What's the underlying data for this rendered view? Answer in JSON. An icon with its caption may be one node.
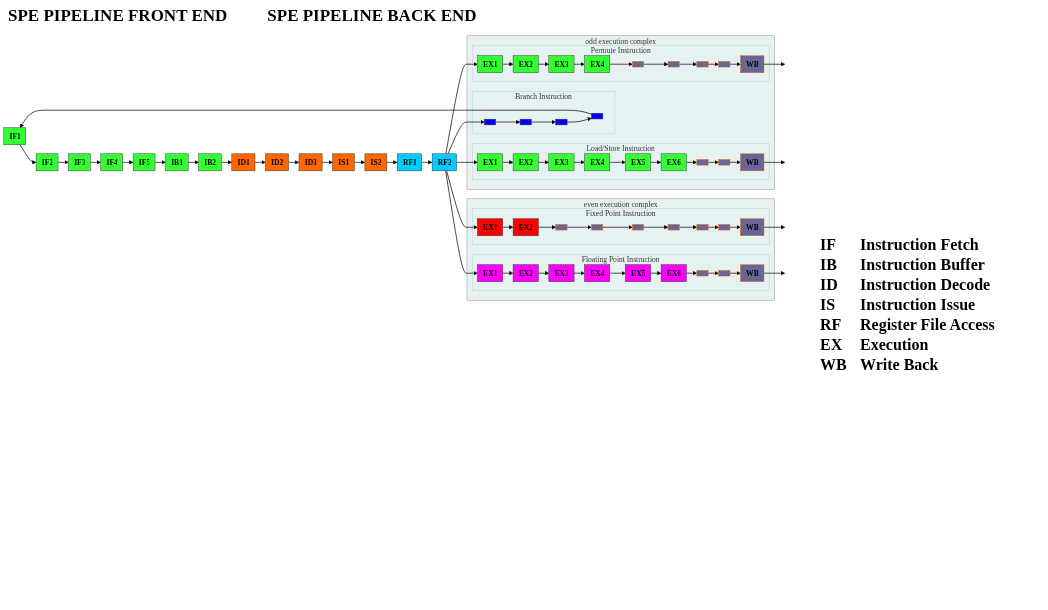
{
  "diagram": {
    "nodes": [
      {
        "text": [
          "IF1"
        ]
      },
      {
        "text": [
          "IF2"
        ]
      },
      {
        "text": [
          "IF3"
        ]
      },
      {
        "text": [
          "IF4"
        ]
      },
      {
        "text": [
          "IF5"
        ]
      },
      {
        "text": [
          "IB1"
        ]
      },
      {
        "text": [
          "IB2"
        ]
      },
      {
        "text": [
          "ID1"
        ]
      },
      {
        "text": [
          "ID2"
        ]
      },
      {
        "text": [
          "ID3"
        ]
      },
      {
        "text": [
          "IS1"
        ]
      },
      {
        "text": [
          "IS2"
        ]
      },
      {
        "text": [
          "RF1"
        ]
      },
      {
        "text": [
          "RF2"
        ]
      },
      {
        "text": [
          "odd execution complex"
        ]
      },
      {
        "text": [
          "Branch Instruction"
        ],
        "in": 14
      },
      {
        "text": [],
        "shape": "box",
        "in": 15
      },
      {
        "text": [],
        "shape": "box",
        "in": 15
      },
      {
        "text": [],
        "shape": "box",
        "in": 15
      },
      {
        "text": [],
        "shape": "box",
        "in": 15
      },
      {
        "text": [
          "Permute Instruction"
        ],
        "in": 14
      },
      {
        "text": [
          "EX1"
        ],
        "in": 20
      },
      {
        "text": [
          "EX2"
        ],
        "in": 20
      },
      {
        "text": [
          "EX3"
        ],
        "in": 20
      },
      {
        "text": [
          "EX4"
        ],
        "in": 20
      },
      {
        "text": [],
        "shape": "box",
        "in": 20
      },
      {
        "text": [],
        "shape": "box",
        "in": 20
      },
      {
        "text": [],
        "shape": "box",
        "in": 20
      },
      {
        "text": [],
        "shape": "box",
        "in": 20
      },
      {
        "text": [
          "WB"
        ],
        "in": 20
      },
      {
        "text": [
          "Load/Store Instruction"
        ],
        "in": 14
      },
      {
        "text": [
          "EX1"
        ],
        "in": 30
      },
      {
        "text": [
          "EX2"
        ],
        "in": 30
      },
      {
        "text": [
          "EX3"
        ],
        "in": 30
      },
      {
        "text": [
          "EX4"
        ],
        "in": 30
      },
      {
        "text": [
          "EX5"
        ],
        "in": 30
      },
      {
        "text": [
          "EX6"
        ],
        "in": 30
      },
      {
        "text": [],
        "shape": "box",
        "in": 30
      },
      {
        "text": [],
        "shape": "box",
        "in": 30
      },
      {
        "text": [
          "WB"
        ],
        "in": 30
      },
      {
        "text": [
          "even execution complex"
        ]
      },
      {
        "text": [
          "Fixed Point Instruction"
        ],
        "in": 40
      },
      {
        "text": [
          "EX1"
        ],
        "in": 41
      },
      {
        "text": [
          "EX2"
        ],
        "in": 41
      },
      {
        "text": [],
        "shape": "box",
        "in": 41
      },
      {
        "text": [],
        "shape": "box",
        "in": 41
      },
      {
        "text": [],
        "shape": "box",
        "in": 41
      },
      {
        "text": [],
        "shape": "box",
        "in": 41
      },
      {
        "text": [],
        "shape": "box",
        "in": 41
      },
      {
        "text": [],
        "shape": "box",
        "in": 41
      },
      {
        "text": [
          "WB"
        ],
        "in": 41
      },
      {
        "text": [
          "Floating Point Instruction"
        ],
        "in": 40
      },
      {
        "text": [
          "EX1"
        ],
        "in": 51
      },
      {
        "text": [
          "EX2"
        ],
        "in": 51
      },
      {
        "text": [
          "EX3"
        ],
        "in": 51
      },
      {
        "text": [
          "EX4"
        ],
        "in": 51
      },
      {
        "text": [
          "EX5"
        ],
        "in": 51
      },
      {
        "text": [
          "EX6"
        ],
        "in": 51
      },
      {
        "text": [],
        "shape": "box",
        "in": 51
      },
      {
        "text": [],
        "shape": "box",
        "in": 51
      },
      {
        "text": [
          "WB"
        ],
        "in": 51
      }
    ],
    "edges": [
      {
        "from": 0,
        "to": 1,
        "arrow": "to"
      },
      {
        "from": 1,
        "to": 2,
        "arrow": "to"
      },
      {
        "from": 2,
        "to": 3,
        "arrow": "to"
      },
      {
        "from": 3,
        "to": 4,
        "arrow": "to"
      },
      {
        "from": 4,
        "to": 5,
        "arrow": "to"
      },
      {
        "from": 5,
        "to": 6,
        "arrow": "to"
      },
      {
        "from": 6,
        "to": 7,
        "arrow": "to"
      },
      {
        "from": 7,
        "to": 8,
        "arrow": "to"
      },
      {
        "from": 8,
        "to": 9,
        "arrow": "to"
      },
      {
        "from": 9,
        "to": 10,
        "arrow": "to"
      },
      {
        "from": 10,
        "to": 11,
        "arrow": "to"
      },
      {
        "from": 11,
        "to": 12,
        "arrow": "to"
      },
      {
        "from": 12,
        "to": 13,
        "arrow": "to"
      },
      {
        "from": 13,
        "to": 16,
        "arrow": "to"
      },
      {
        "from": 13,
        "to": 21,
        "arrow": "to"
      },
      {
        "from": 13,
        "to": 31,
        "arrow": "to"
      },
      {
        "from": 13,
        "to": 42,
        "arrow": "to"
      },
      {
        "from": 13,
        "to": 52,
        "arrow": "to"
      },
      {
        "from": 16,
        "to": 17,
        "arrow": "to"
      },
      {
        "from": 17,
        "to": 18,
        "arrow": "to"
      },
      {
        "from": 18,
        "to": 19,
        "arrow": "to"
      },
      {
        "from": 19,
        "to": 0,
        "arrow": "to"
      },
      {
        "from": 21,
        "to": 22,
        "arrow": "to"
      },
      {
        "from": 22,
        "to": 23,
        "arrow": "to"
      },
      {
        "from": 23,
        "to": 24,
        "arrow": "to"
      },
      {
        "from": 24,
        "to": 25,
        "arrow": "to"
      },
      {
        "from": 25,
        "to": 26,
        "arrow": "to"
      },
      {
        "from": 26,
        "to": 27,
        "arrow": "to"
      },
      {
        "from": 27,
        "to": 28,
        "arrow": "to"
      },
      {
        "from": 28,
        "to": 29,
        "arrow": "to"
      },
      {
        "from": 29,
        "to": null,
        "arrow": "to"
      },
      {
        "from": 31,
        "to": 32,
        "arrow": "to"
      },
      {
        "from": 32,
        "to": 33,
        "arrow": "to"
      },
      {
        "from": 33,
        "to": 34,
        "arrow": "to"
      },
      {
        "from": 34,
        "to": 35,
        "arrow": "to"
      },
      {
        "from": 35,
        "to": 36,
        "arrow": "to"
      },
      {
        "from": 36,
        "to": 37,
        "arrow": "to"
      },
      {
        "from": 37,
        "to": 38,
        "arrow": "to"
      },
      {
        "from": 38,
        "to": 39,
        "arrow": "to"
      },
      {
        "from": 39,
        "to": null,
        "arrow": "to"
      },
      {
        "from": 42,
        "to": 43,
        "arrow": "to"
      },
      {
        "from": 43,
        "to": 44,
        "arrow": "to"
      },
      {
        "from": 44,
        "to": 45,
        "arrow": "to"
      },
      {
        "from": 45,
        "to": 46,
        "arrow": "to"
      },
      {
        "from": 46,
        "to": 47,
        "arrow": "to"
      },
      {
        "from": 47,
        "to": 48,
        "arrow": "to"
      },
      {
        "from": 48,
        "to": 49,
        "arrow": "to"
      },
      {
        "from": 49,
        "to": 50,
        "arrow": "to"
      },
      {
        "from": 50,
        "to": null,
        "arrow": "to"
      },
      {
        "from": 52,
        "to": 53,
        "arrow": "to"
      },
      {
        "from": 53,
        "to": 54,
        "arrow": "to"
      },
      {
        "from": 54,
        "to": 55,
        "arrow": "to"
      },
      {
        "from": 55,
        "to": 56,
        "arrow": "to"
      },
      {
        "from": 56,
        "to": 57,
        "arrow": "to"
      },
      {
        "from": 57,
        "to": 58,
        "arrow": "to"
      },
      {
        "from": 58,
        "to": 59,
        "arrow": "to"
      },
      {
        "from": 59,
        "to": 60,
        "arrow": "to"
      },
      {
        "from": 60,
        "to": null,
        "arrow": "to"
      }
    ],
    "labels": [
      "SPE PIPELINE FRONT END",
      "SPE PIPELINE BACK END",
      "IF",
      "Instruction Fetch",
      "IB",
      "Instruction Buffer",
      "ID",
      "Instruction Decode",
      "IS",
      "Instruction Issue",
      "RF",
      "Register File Access",
      "EX",
      "Execution",
      "WB",
      "Write Back"
    ]
  }
}
